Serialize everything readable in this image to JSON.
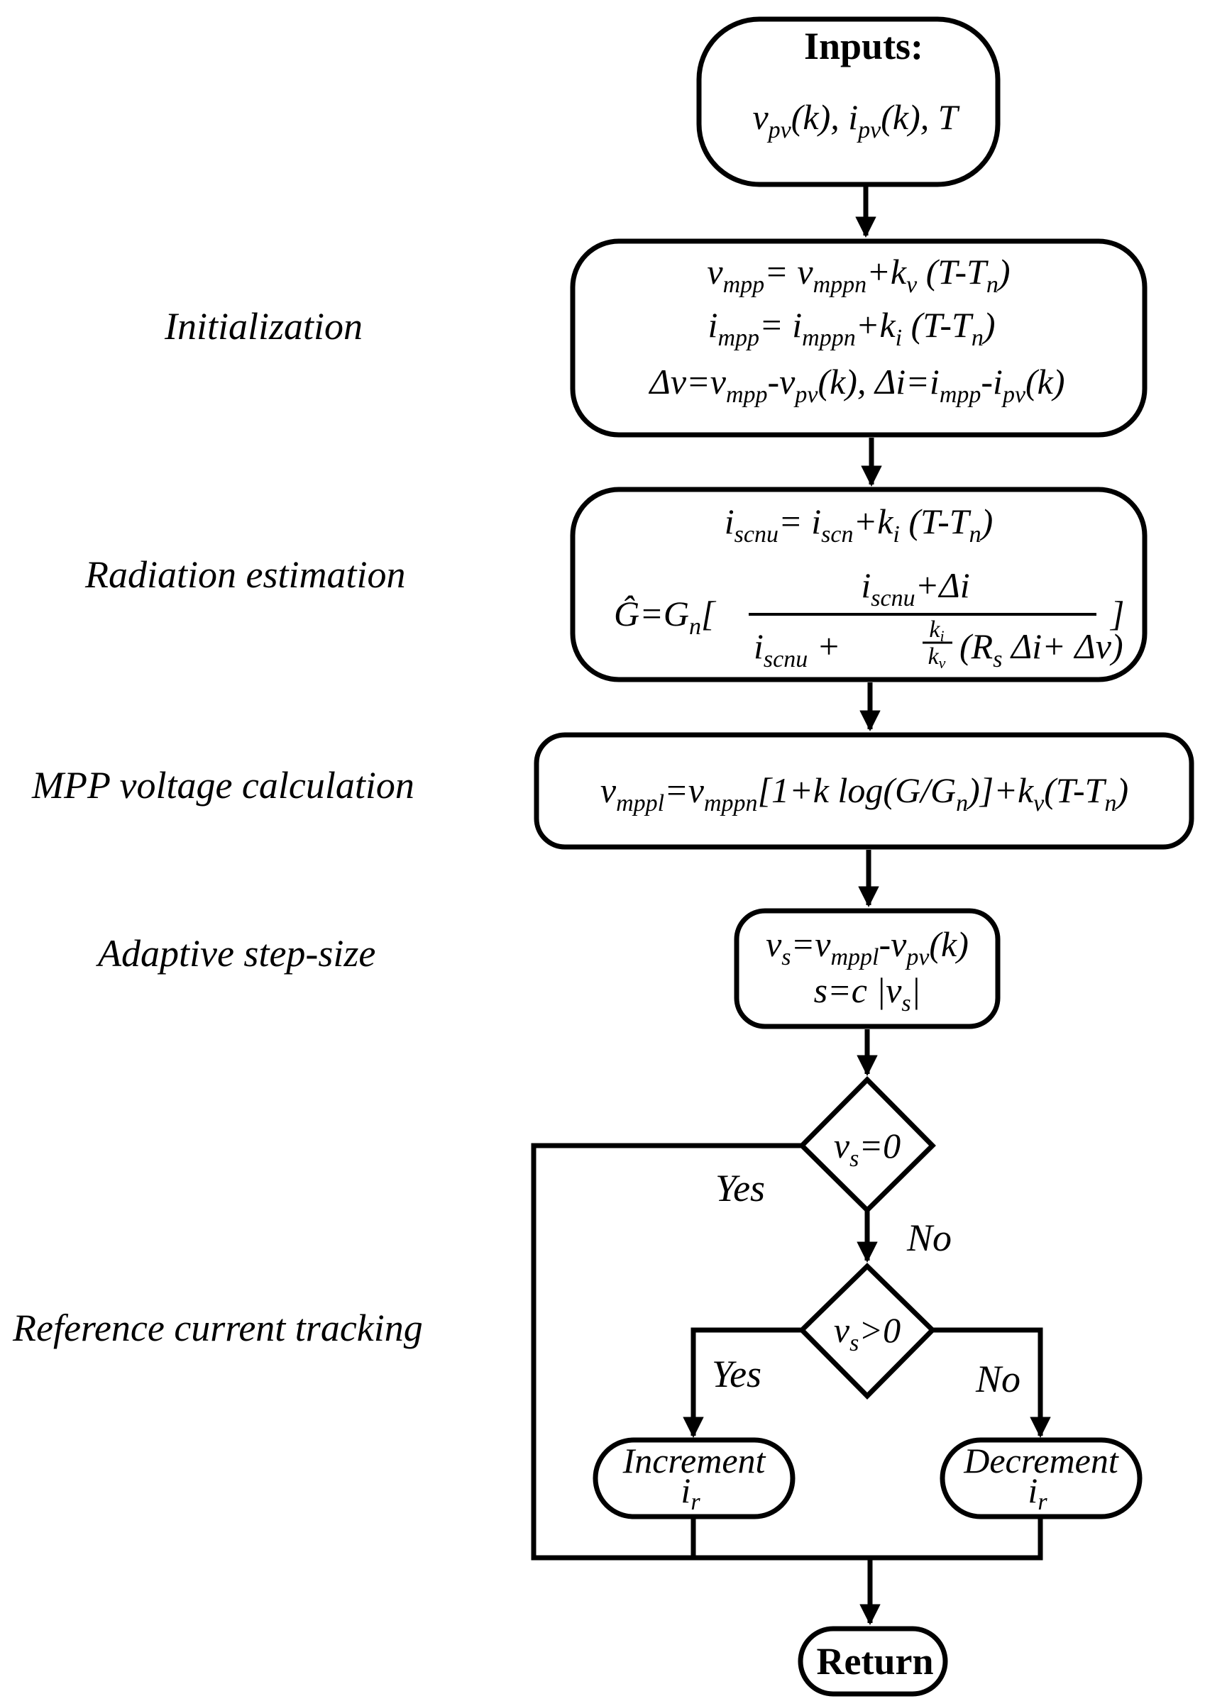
{
  "colors": {
    "ink": "#000000",
    "paper": "#ffffff"
  },
  "stage_labels": {
    "initialization": "Initialization",
    "radiation": "Radiation estimation",
    "mpp_voltage": "MPP voltage calculation",
    "adaptive": "Adaptive step-size",
    "tracking": "Reference current tracking"
  },
  "inputs": {
    "title": "Inputs:",
    "v": "v",
    "v_sub": "pv",
    "v_arg": "(k), ",
    "i": "i",
    "i_sub": "pv",
    "i_arg": "(k), T"
  },
  "init": {
    "line1": [
      "v",
      "mpp",
      "= v",
      "mppn",
      "+k",
      "v",
      " (T-T",
      "n",
      ")"
    ],
    "line2": [
      "i",
      "mpp",
      "= i",
      "mppn",
      "+k",
      "i",
      " (T-T",
      "n",
      ")"
    ],
    "line3": [
      "Δv=v",
      "mpp",
      "-v",
      "pv",
      "(k),  Δi=i",
      "mpp",
      "-i",
      "pv",
      "(k)"
    ]
  },
  "radiation": {
    "line1": [
      "i",
      "scnu",
      "= i",
      "scn",
      "+k",
      "i",
      " (T-T",
      "n",
      ")"
    ],
    "g_hat": "Ĝ=G",
    "g_sub": "n",
    "numerator": [
      "i",
      "scnu",
      "+Δi"
    ],
    "denominator": [
      "i",
      "scnu",
      " + ",
      "(R",
      "s",
      " Δi+ Δv)"
    ],
    "frac_num": [
      "k",
      "i"
    ],
    "frac_den": [
      "k",
      "v"
    ]
  },
  "mpp": {
    "line": [
      "v",
      "mppl",
      "=v",
      "mppn",
      "[1+k log(G/G",
      "n",
      ")]+k",
      "v",
      "(T-T",
      "n",
      ")"
    ]
  },
  "adaptive": {
    "line1": [
      "v",
      "s",
      "=v",
      "mppl",
      "-v",
      "pv",
      "(k)"
    ],
    "line2": [
      "s=c |v",
      "s",
      "|"
    ]
  },
  "decision1": {
    "lhs": "v",
    "sub": "s",
    "rhs": "=0",
    "yes": "Yes",
    "no": "No"
  },
  "decision2": {
    "lhs": "v",
    "sub": "s",
    "rhs": ">0",
    "yes": "Yes",
    "no": "No"
  },
  "increment": {
    "title": "Increment",
    "var": "i",
    "sub": "r"
  },
  "decrement": {
    "title": "Decrement",
    "var": "i",
    "sub": "r"
  },
  "return": {
    "label": "Return"
  }
}
